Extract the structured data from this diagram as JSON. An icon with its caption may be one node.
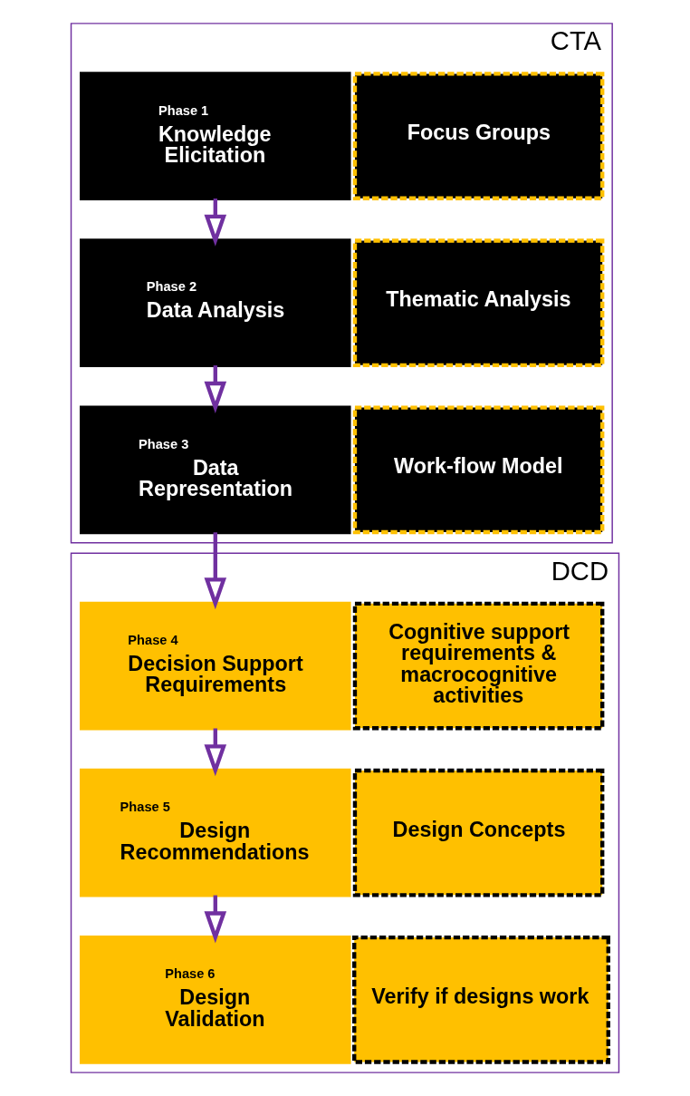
{
  "diagram": {
    "nodes": [
      {
        "text": [],
        "shape": "box",
        "beside": [
          "CTA"
        ]
      },
      {
        "text": [
          "Phase 1",
          "Knowledge Elicitation"
        ],
        "in": 0
      },
      {
        "text": [
          "Focus Groups"
        ],
        "in": 0
      },
      {
        "text": [
          "Phase 2",
          "Data Analysis"
        ],
        "in": 0
      },
      {
        "text": [
          "Thematic Analysis"
        ],
        "in": 0
      },
      {
        "text": [
          "Phase 3",
          "Data Representation"
        ],
        "in": 0
      },
      {
        "text": [
          "Work-flow Model"
        ],
        "in": 0
      },
      {
        "text": [],
        "shape": "box",
        "beside": [
          "DCD"
        ]
      },
      {
        "text": [
          "Phase 4",
          "Decision Support Requirements"
        ],
        "in": 7
      },
      {
        "text": [
          "Cognitive support requirements & macrocognitive activities"
        ],
        "in": 7
      },
      {
        "text": [
          "Phase 5",
          "Design Recommendations"
        ],
        "in": 7
      },
      {
        "text": [
          "Design Concepts"
        ],
        "in": 7
      },
      {
        "text": [
          "Phase 6",
          "Design Validation"
        ],
        "in": 7
      },
      {
        "text": [
          "Verify if designs work"
        ],
        "in": 7
      }
    ],
    "edges": [
      {
        "from": 1,
        "to": 3,
        "arrow": "to"
      },
      {
        "from": 3,
        "to": 5,
        "arrow": "to"
      },
      {
        "from": 5,
        "to": 8,
        "arrow": "to"
      },
      {
        "from": 8,
        "to": 10,
        "arrow": "to"
      },
      {
        "from": 10,
        "to": 12,
        "arrow": "to"
      }
    ]
  }
}
